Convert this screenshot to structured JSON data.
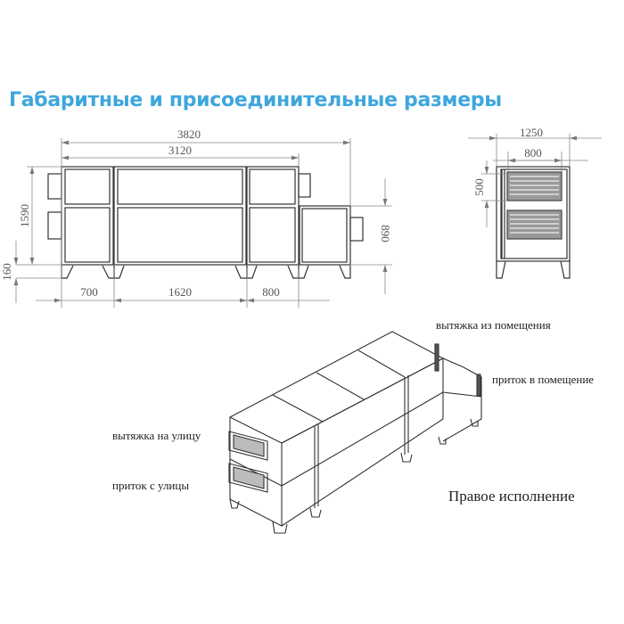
{
  "title": "Габаритные и присоединительные размеры",
  "title_color": "#3fa6dc",
  "front_view": {
    "dims": {
      "total_length": "3820",
      "main_length": "3120",
      "height": "1590",
      "leg_height": "160",
      "section_1": "700",
      "section_2": "1620",
      "section_3": "800",
      "extension_height": "890"
    }
  },
  "side_view": {
    "dims": {
      "width_total": "1250",
      "width_opening": "800",
      "opening_height": "500"
    }
  },
  "iso_view": {
    "labels": {
      "exhaust_from_room": "вытяжка из помещения",
      "supply_to_room": "приток в помещение",
      "exhaust_to_street": "вытяжка на улицу",
      "supply_from_street": "приток с улицы",
      "variant": "Правое исполнение"
    }
  }
}
